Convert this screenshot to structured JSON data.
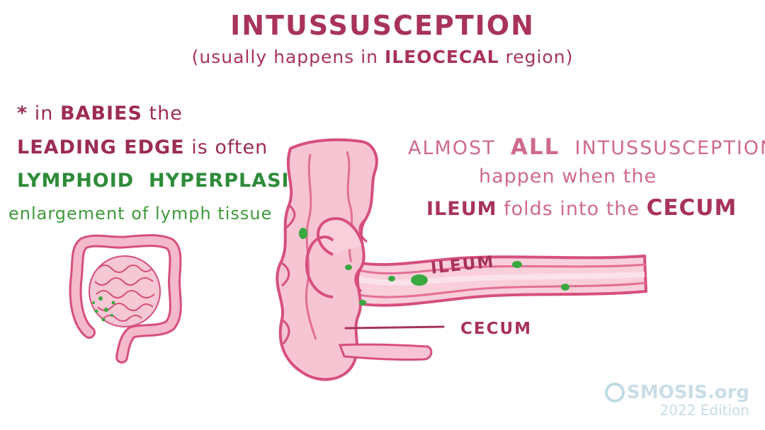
{
  "title": "INTUSSUSCEPTION",
  "subtitle": {
    "open": "(usually happens in ",
    "emphasis": "ILEOCECAL",
    "close": " region)"
  },
  "left_note": {
    "line1_star": "*",
    "line1_pre": "in",
    "line1_em": "BABIES",
    "line1_post": "the",
    "line2_em": "LEADING EDGE",
    "line2_post": "is often",
    "line3_a": "LYMPHOID",
    "line3_b": "HYPERPLASIA",
    "line4": "enlargement of lymph tissue"
  },
  "right_note": {
    "line1_a": "ALMOST",
    "line1_b": "ALL",
    "line1_c": "INTUSSUSCEPTIONS",
    "line2": "happen when the",
    "line3_a": "ILEUM",
    "line3_b": "folds into the",
    "line3_c": "CECUM"
  },
  "labels": {
    "ileum": "ILEUM",
    "cecum": "CECUM"
  },
  "logo": {
    "brand": "SMOSIS.org",
    "edition": "2022 Edition"
  },
  "colors": {
    "maroon": "#a8335a",
    "pink_text": "#cf6a8c",
    "green": "#2e8b3a",
    "tissue_fill": "#f7c4d3",
    "tissue_stroke": "#d64f7c",
    "lymphoid_spot": "#3aa840"
  }
}
